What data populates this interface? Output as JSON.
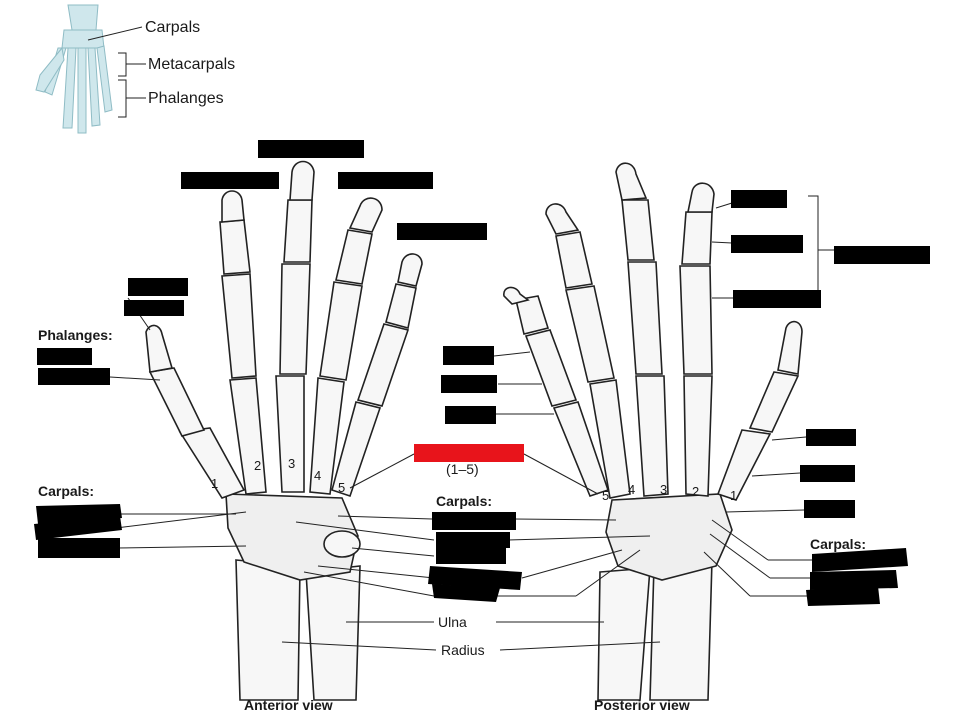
{
  "inset": {
    "carpals": "Carpals",
    "metacarpals": "Metacarpals",
    "phalanges": "Phalanges"
  },
  "anterior": {
    "phalanges_heading": "Phalanges:",
    "carpals_heading": "Carpals:",
    "metacarpal_numbers": [
      "1",
      "2",
      "3",
      "4",
      "5"
    ],
    "view_label": "Anterior view"
  },
  "posterior": {
    "carpals_heading": "Carpals:",
    "metacarpal_numbers": [
      "1",
      "2",
      "3",
      "4",
      "5"
    ],
    "view_label": "Posterior view"
  },
  "center": {
    "range": "(1–5)",
    "carpals_heading": "Carpals:",
    "ulna": "Ulna",
    "radius": "Radius"
  },
  "colors": {
    "redaction": "#000000",
    "highlight": "#e8141b",
    "inset_bone": "#cfe7ec"
  }
}
